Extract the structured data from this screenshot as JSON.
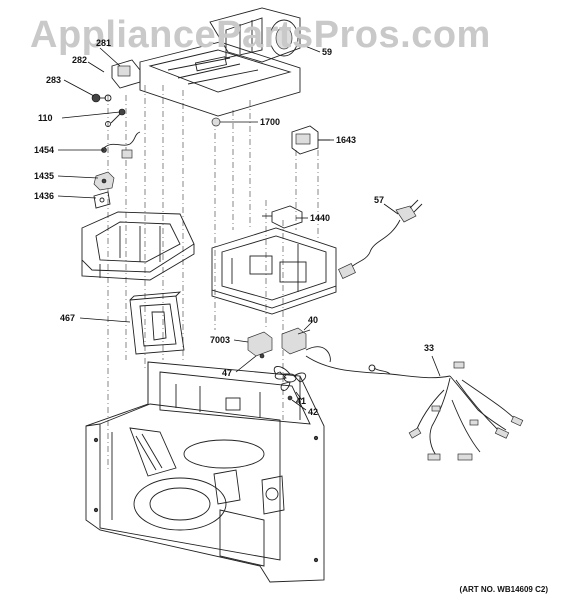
{
  "watermark": "AppliancePartsPros.com",
  "art_number": "(ART NO. WB14609 C2)",
  "callouts": [
    {
      "id": "c59",
      "label": "59"
    },
    {
      "id": "c281",
      "label": "281"
    },
    {
      "id": "c282",
      "label": "282"
    },
    {
      "id": "c283",
      "label": "283"
    },
    {
      "id": "c110",
      "label": "110"
    },
    {
      "id": "c1700",
      "label": "1700"
    },
    {
      "id": "c1643",
      "label": "1643"
    },
    {
      "id": "c1454",
      "label": "1454"
    },
    {
      "id": "c1435",
      "label": "1435"
    },
    {
      "id": "c1436",
      "label": "1436"
    },
    {
      "id": "c57",
      "label": "57"
    },
    {
      "id": "c1440",
      "label": "1440"
    },
    {
      "id": "c467",
      "label": "467"
    },
    {
      "id": "c40",
      "label": "40"
    },
    {
      "id": "c7003",
      "label": "7003"
    },
    {
      "id": "c33",
      "label": "33"
    },
    {
      "id": "c47",
      "label": "47"
    },
    {
      "id": "c41",
      "label": "41"
    },
    {
      "id": "c42",
      "label": "42"
    }
  ]
}
